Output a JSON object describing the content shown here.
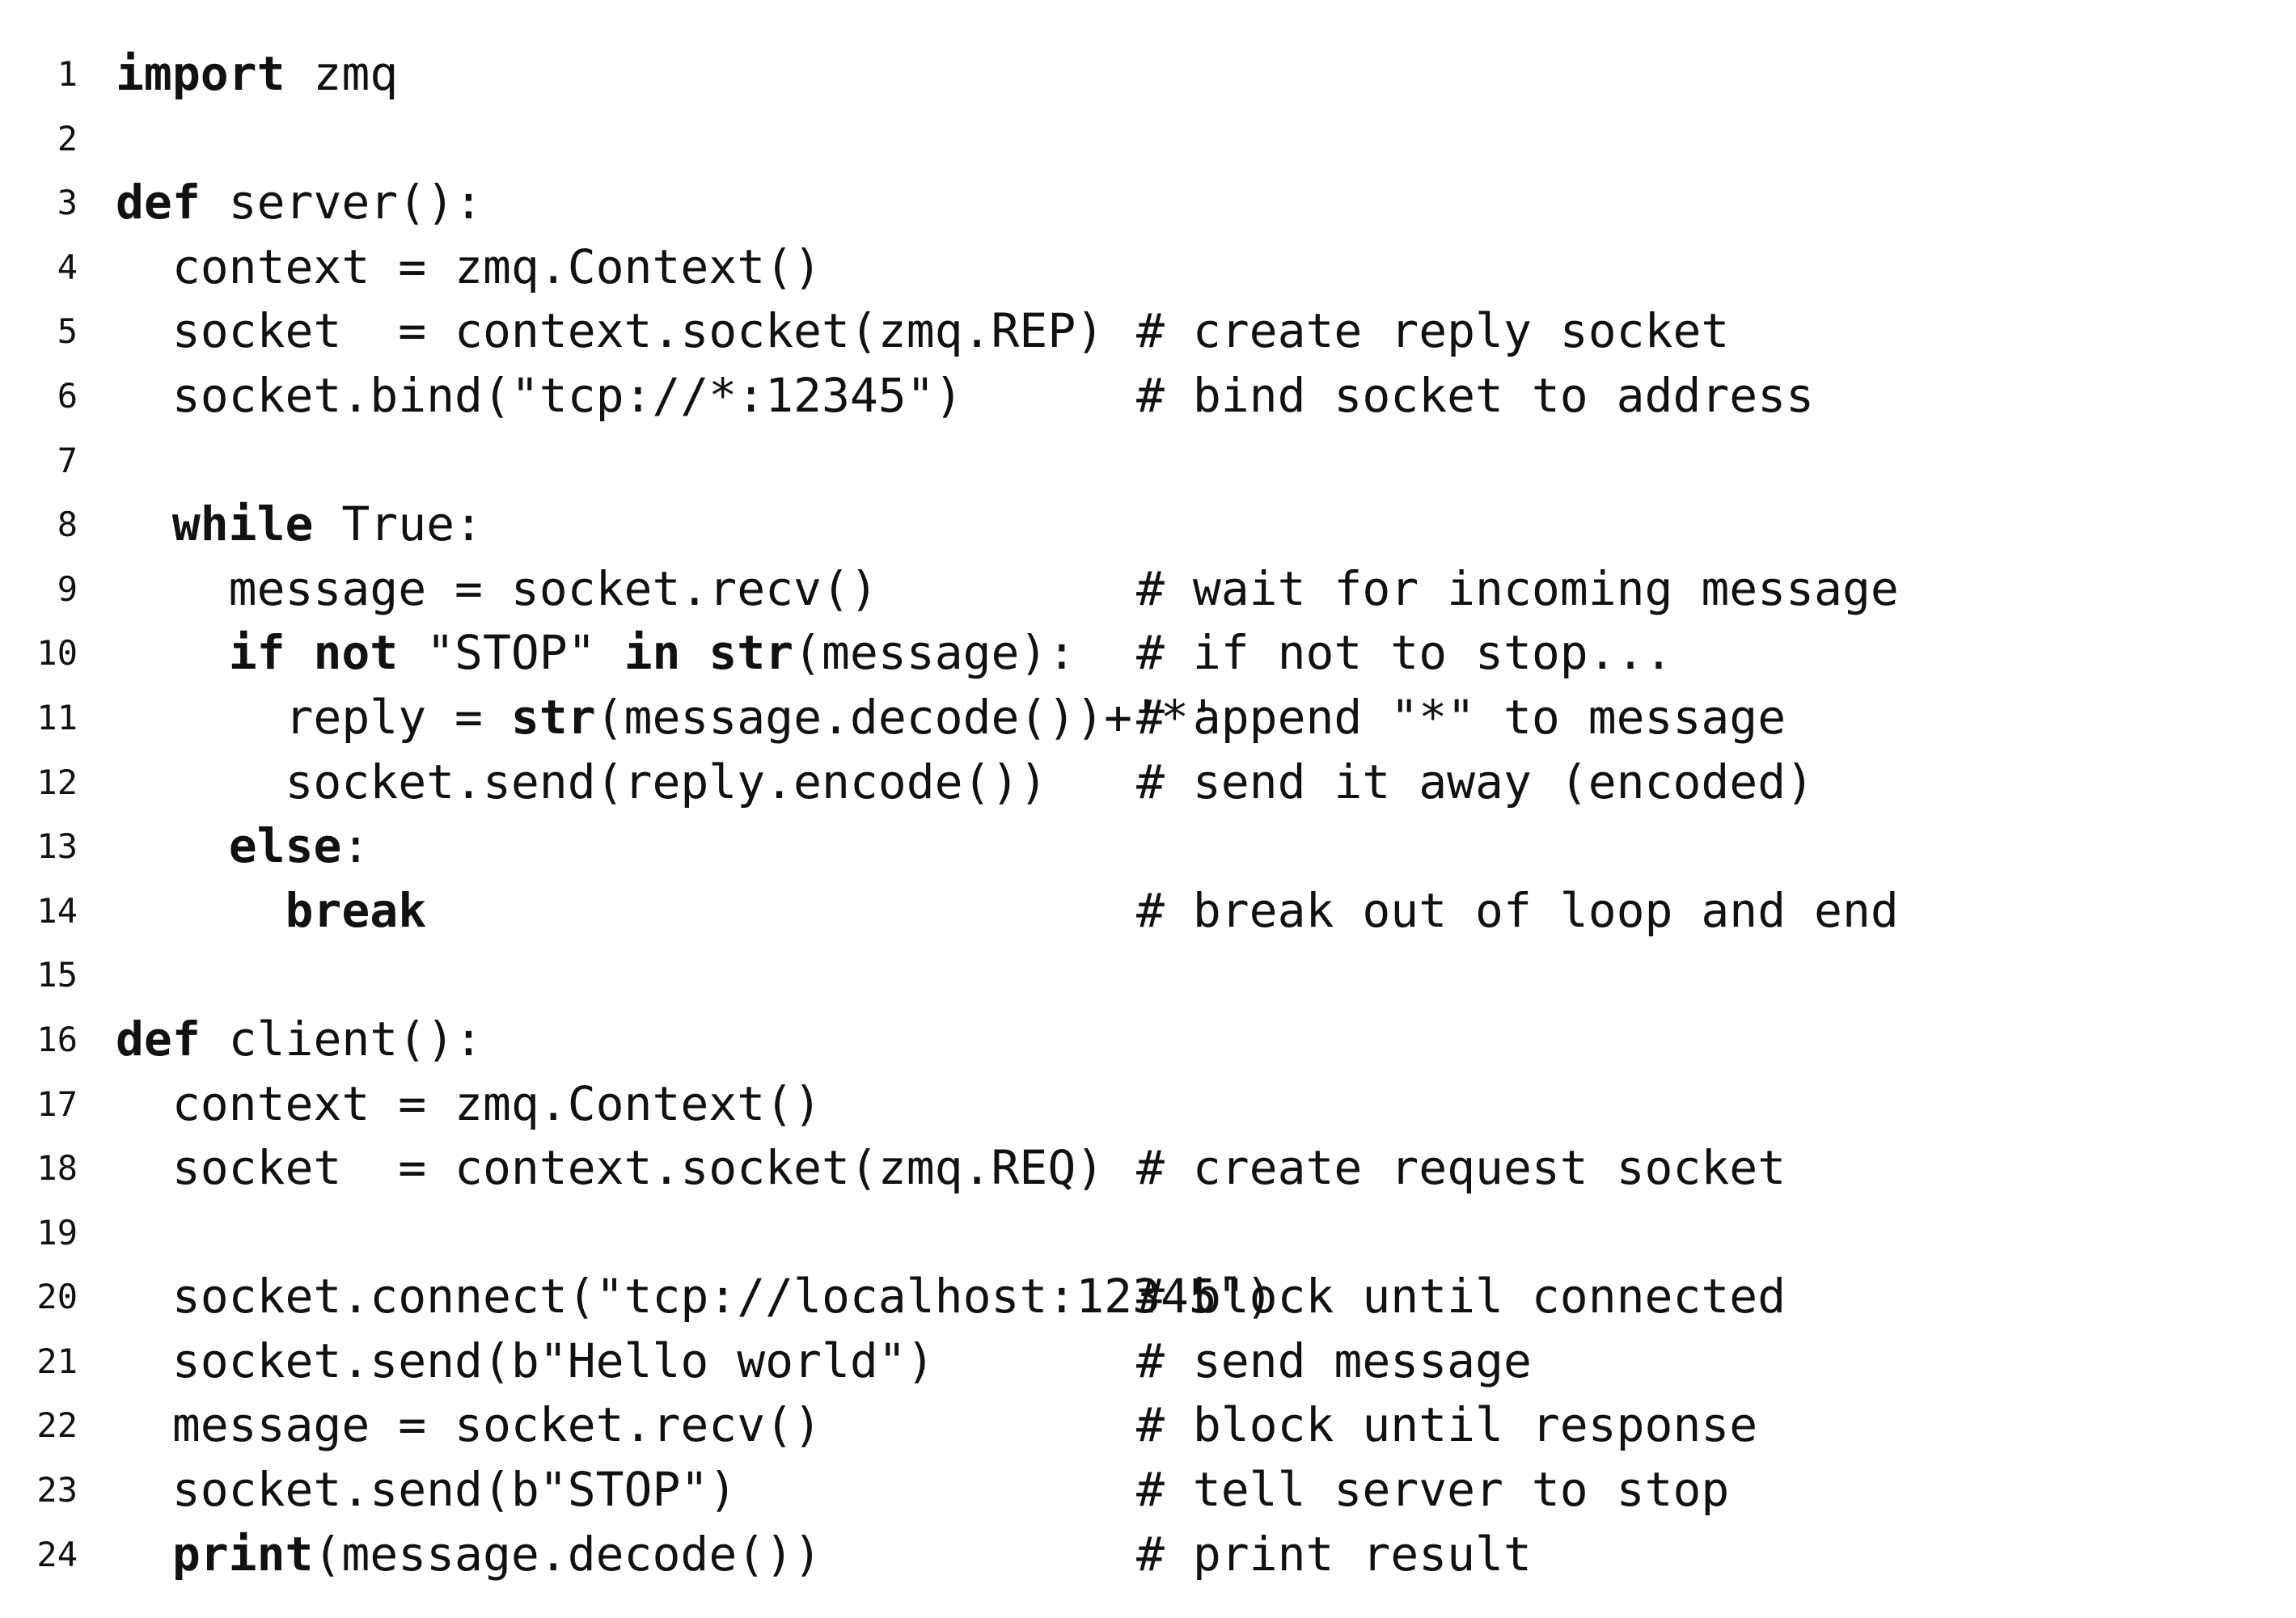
{
  "code": {
    "lines": [
      {
        "number": "1",
        "segments": [
          {
            "text": "import",
            "bold": true
          },
          {
            "text": " zmq"
          }
        ],
        "comment": ""
      },
      {
        "number": "2",
        "segments": [],
        "comment": ""
      },
      {
        "number": "3",
        "segments": [
          {
            "text": "def",
            "bold": true
          },
          {
            "text": " server():"
          }
        ],
        "comment": ""
      },
      {
        "number": "4",
        "segments": [
          {
            "text": "  context = zmq.Context()"
          }
        ],
        "comment": ""
      },
      {
        "number": "5",
        "segments": [
          {
            "text": "  socket  = context.socket(zmq.REP)"
          }
        ],
        "comment": "# create reply socket"
      },
      {
        "number": "6",
        "segments": [
          {
            "text": "  socket.bind(\"tcp://*:12345\")"
          }
        ],
        "comment": "# bind socket to address"
      },
      {
        "number": "7",
        "segments": [],
        "comment": ""
      },
      {
        "number": "8",
        "segments": [
          {
            "text": "  "
          },
          {
            "text": "while",
            "bold": true
          },
          {
            "text": " True:"
          }
        ],
        "comment": ""
      },
      {
        "number": "9",
        "segments": [
          {
            "text": "    message = socket.recv()"
          }
        ],
        "comment": "# wait for incoming message"
      },
      {
        "number": "10",
        "segments": [
          {
            "text": "    "
          },
          {
            "text": "if not",
            "bold": true
          },
          {
            "text": " \"STOP\" "
          },
          {
            "text": "in",
            "bold": true
          },
          {
            "text": " "
          },
          {
            "text": "str",
            "bold": true
          },
          {
            "text": "(message):"
          }
        ],
        "comment": "# if not to stop..."
      },
      {
        "number": "11",
        "segments": [
          {
            "text": "      reply = "
          },
          {
            "text": "str",
            "bold": true
          },
          {
            "text": "(message.decode())+'*'"
          }
        ],
        "comment": "# append \"*\" to message"
      },
      {
        "number": "12",
        "segments": [
          {
            "text": "      socket.send(reply.encode())"
          }
        ],
        "comment": "# send it away (encoded)"
      },
      {
        "number": "13",
        "segments": [
          {
            "text": "    "
          },
          {
            "text": "else",
            "bold": true
          },
          {
            "text": ":"
          }
        ],
        "comment": ""
      },
      {
        "number": "14",
        "segments": [
          {
            "text": "      "
          },
          {
            "text": "break",
            "bold": true
          }
        ],
        "comment": "# break out of loop and end"
      },
      {
        "number": "15",
        "segments": [],
        "comment": ""
      },
      {
        "number": "16",
        "segments": [
          {
            "text": "def",
            "bold": true
          },
          {
            "text": " client():"
          }
        ],
        "comment": ""
      },
      {
        "number": "17",
        "segments": [
          {
            "text": "  context = zmq.Context()"
          }
        ],
        "comment": ""
      },
      {
        "number": "18",
        "segments": [
          {
            "text": "  socket  = context.socket(zmq.REQ)"
          }
        ],
        "comment": "# create request socket"
      },
      {
        "number": "19",
        "segments": [],
        "comment": ""
      },
      {
        "number": "20",
        "segments": [
          {
            "text": "  socket.connect(\"tcp://localhost:12345\")"
          }
        ],
        "comment": "# block until connected"
      },
      {
        "number": "21",
        "segments": [
          {
            "text": "  socket.send(b\"Hello world\")"
          }
        ],
        "comment": "# send message"
      },
      {
        "number": "22",
        "segments": [
          {
            "text": "  message = socket.recv()"
          }
        ],
        "comment": "# block until response"
      },
      {
        "number": "23",
        "segments": [
          {
            "text": "  socket.send(b\"STOP\")"
          }
        ],
        "comment": "# tell server to stop"
      },
      {
        "number": "24",
        "segments": [
          {
            "text": "  "
          },
          {
            "text": "print",
            "bold": true
          },
          {
            "text": "(message.decode())"
          }
        ],
        "comment": "# print result"
      }
    ]
  }
}
